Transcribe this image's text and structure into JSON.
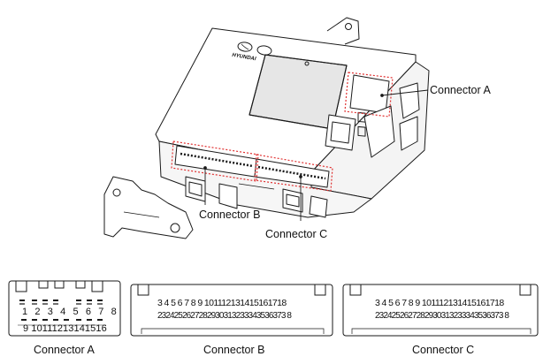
{
  "illustration": {
    "brand_text": "HYUNDAI",
    "callouts": {
      "a": "Connector A",
      "b": "Connector B",
      "c": "Connector C"
    }
  },
  "connectors": [
    {
      "caption": "Connector A",
      "row1": "1 2 3 4 5 6 7 8",
      "row2": "9 10111213141516"
    },
    {
      "caption": "Connector B",
      "row1": "3 4 5 6 7 8 9 101112131415161718",
      "row2": "2324252627282930313233343536373 8"
    },
    {
      "caption": "Connector C",
      "row1": "3 4 5 6 7 8 9 101112131415161718",
      "row2": "2324252627282930313233343536373 8"
    }
  ],
  "colors": {
    "line": "#1a1a1a",
    "highlight_dash": "#e03030",
    "shade": "#e6e6e6"
  }
}
